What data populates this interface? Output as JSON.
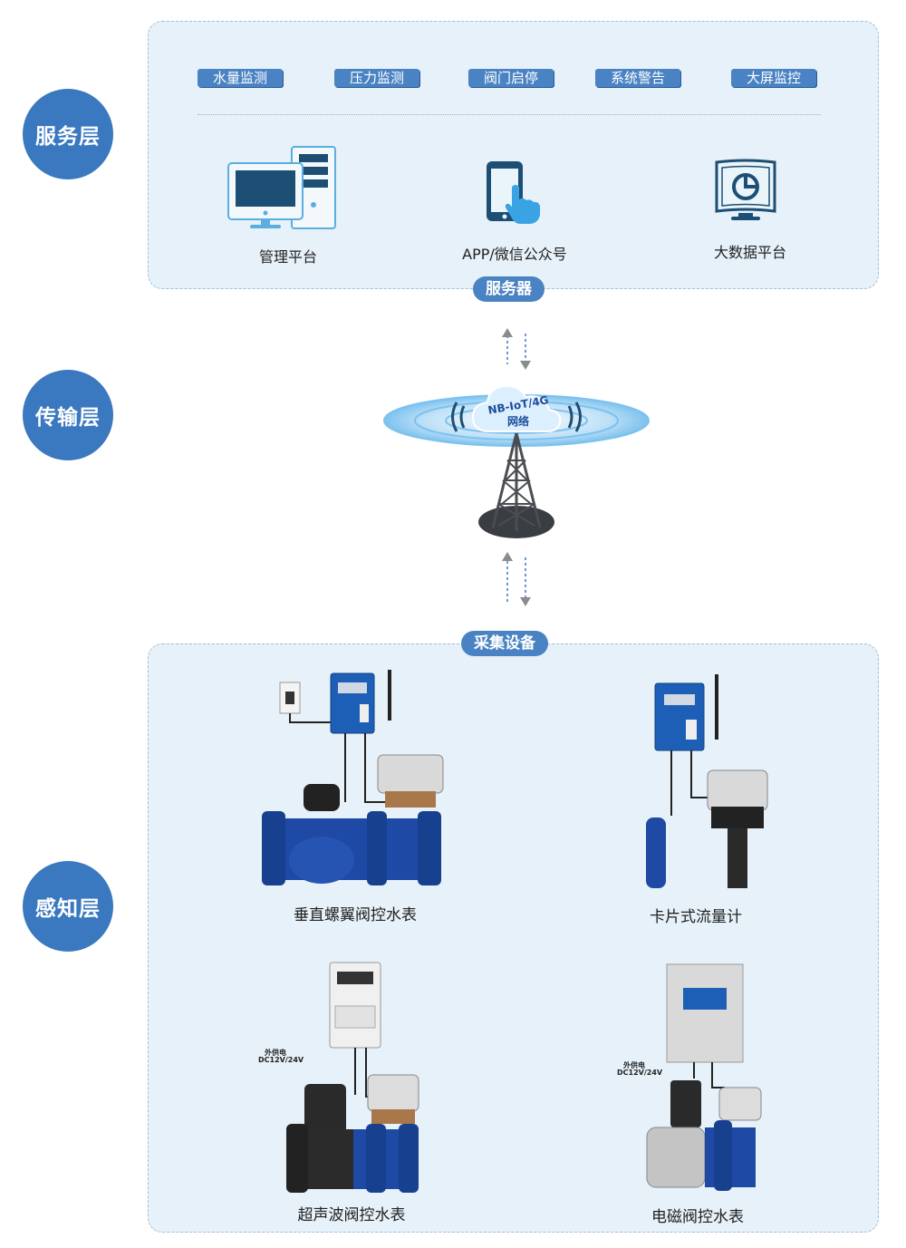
{
  "layers": {
    "service": "服务层",
    "transport": "传输层",
    "perception": "感知层"
  },
  "service_tags": [
    "水量监测",
    "压力监测",
    "阀门启停",
    "系统警告",
    "大屏监控"
  ],
  "platforms": {
    "management": "管理平台",
    "app": "APP/微信公众号",
    "bigdata": "大数据平台"
  },
  "server_label": "服务器",
  "network": {
    "line1": "NB-IoT/4G",
    "line2": "网络"
  },
  "collection_label": "采集设备",
  "devices": {
    "vertical_meter": "垂直螺翼阀控水表",
    "clamp_flowmeter": "卡片式流量计",
    "ultrasonic_meter": "超声波阀控水表",
    "electromagnetic_meter": "电磁阀控水表"
  },
  "power_note": {
    "line1": "外供电",
    "line2": "DC12V/24V"
  },
  "colors": {
    "accent": "#3a78c0",
    "panel": "#e6f1f9",
    "device_blue": "#1d4ea3"
  },
  "icons": [
    "monitor-icon",
    "phone-touch-icon",
    "chart-screen-icon",
    "signal-tower-icon",
    "cloud-icon"
  ]
}
